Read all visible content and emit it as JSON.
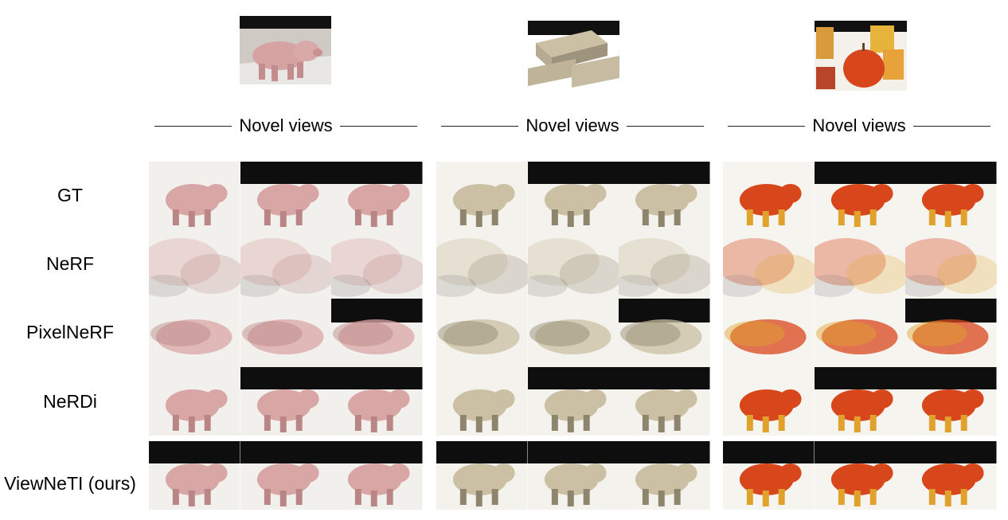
{
  "header_label": "Novel views",
  "row_labels": [
    "GT",
    "NeRF",
    "PixelNeRF",
    "NeRDi",
    "ViewNeTI (ours)"
  ],
  "scenes": [
    {
      "name": "pig",
      "background": "#f2f0ec",
      "object": "#d9a6a6",
      "accent": "#b98585"
    },
    {
      "name": "bricks",
      "background": "#f4f2ec",
      "object": "#cbbfa4",
      "accent": "#8f856e"
    },
    {
      "name": "pumpkin",
      "background": "#f6f4ef",
      "object": "#d8471c",
      "accent": "#e0a22c"
    }
  ]
}
